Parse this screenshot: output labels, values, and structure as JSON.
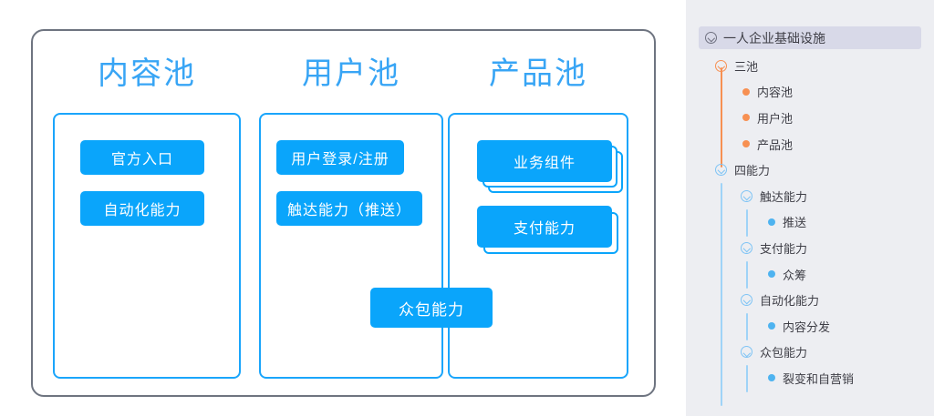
{
  "canvas": {
    "frame_border_color": "#6e7480",
    "accent_blue": "#0aa5fb",
    "title_blue": "#38a5f5",
    "pools": [
      {
        "id": "content-pool",
        "title": "内容池",
        "chips": [
          {
            "label": "官方入口",
            "layers": 1
          },
          {
            "label": "自动化能力",
            "layers": 1
          }
        ]
      },
      {
        "id": "user-pool",
        "title": "用户池",
        "chips": [
          {
            "label": "用户登录/注册",
            "layers": 1
          },
          {
            "label": "触达能力（推送）",
            "layers": 1
          }
        ]
      },
      {
        "id": "product-pool",
        "title": "产品池",
        "chips": [
          {
            "label": "业务组件",
            "layers": 3
          },
          {
            "label": "支付能力",
            "layers": 2
          }
        ]
      }
    ],
    "spanning_chip": {
      "label": "众包能力"
    }
  },
  "sidebar": {
    "background": "#edeef2",
    "header": {
      "icon": "chevron-down-circle-icon",
      "label": "一人企业基础设施",
      "background": "#d8d9e8"
    },
    "branches": [
      {
        "label": "三池",
        "color": "#f79052",
        "children": [
          {
            "label": "内容池"
          },
          {
            "label": "用户池"
          },
          {
            "label": "产品池"
          }
        ]
      },
      {
        "label": "四能力",
        "color": "#7fc4f5",
        "children": [
          {
            "label": "触达能力",
            "children": [
              {
                "label": "推送"
              }
            ]
          },
          {
            "label": "支付能力",
            "children": [
              {
                "label": "众筹"
              }
            ]
          },
          {
            "label": "自动化能力",
            "children": [
              {
                "label": "内容分发"
              }
            ]
          },
          {
            "label": "众包能力",
            "children": [
              {
                "label": "裂变和自营销"
              }
            ]
          }
        ]
      }
    ]
  }
}
